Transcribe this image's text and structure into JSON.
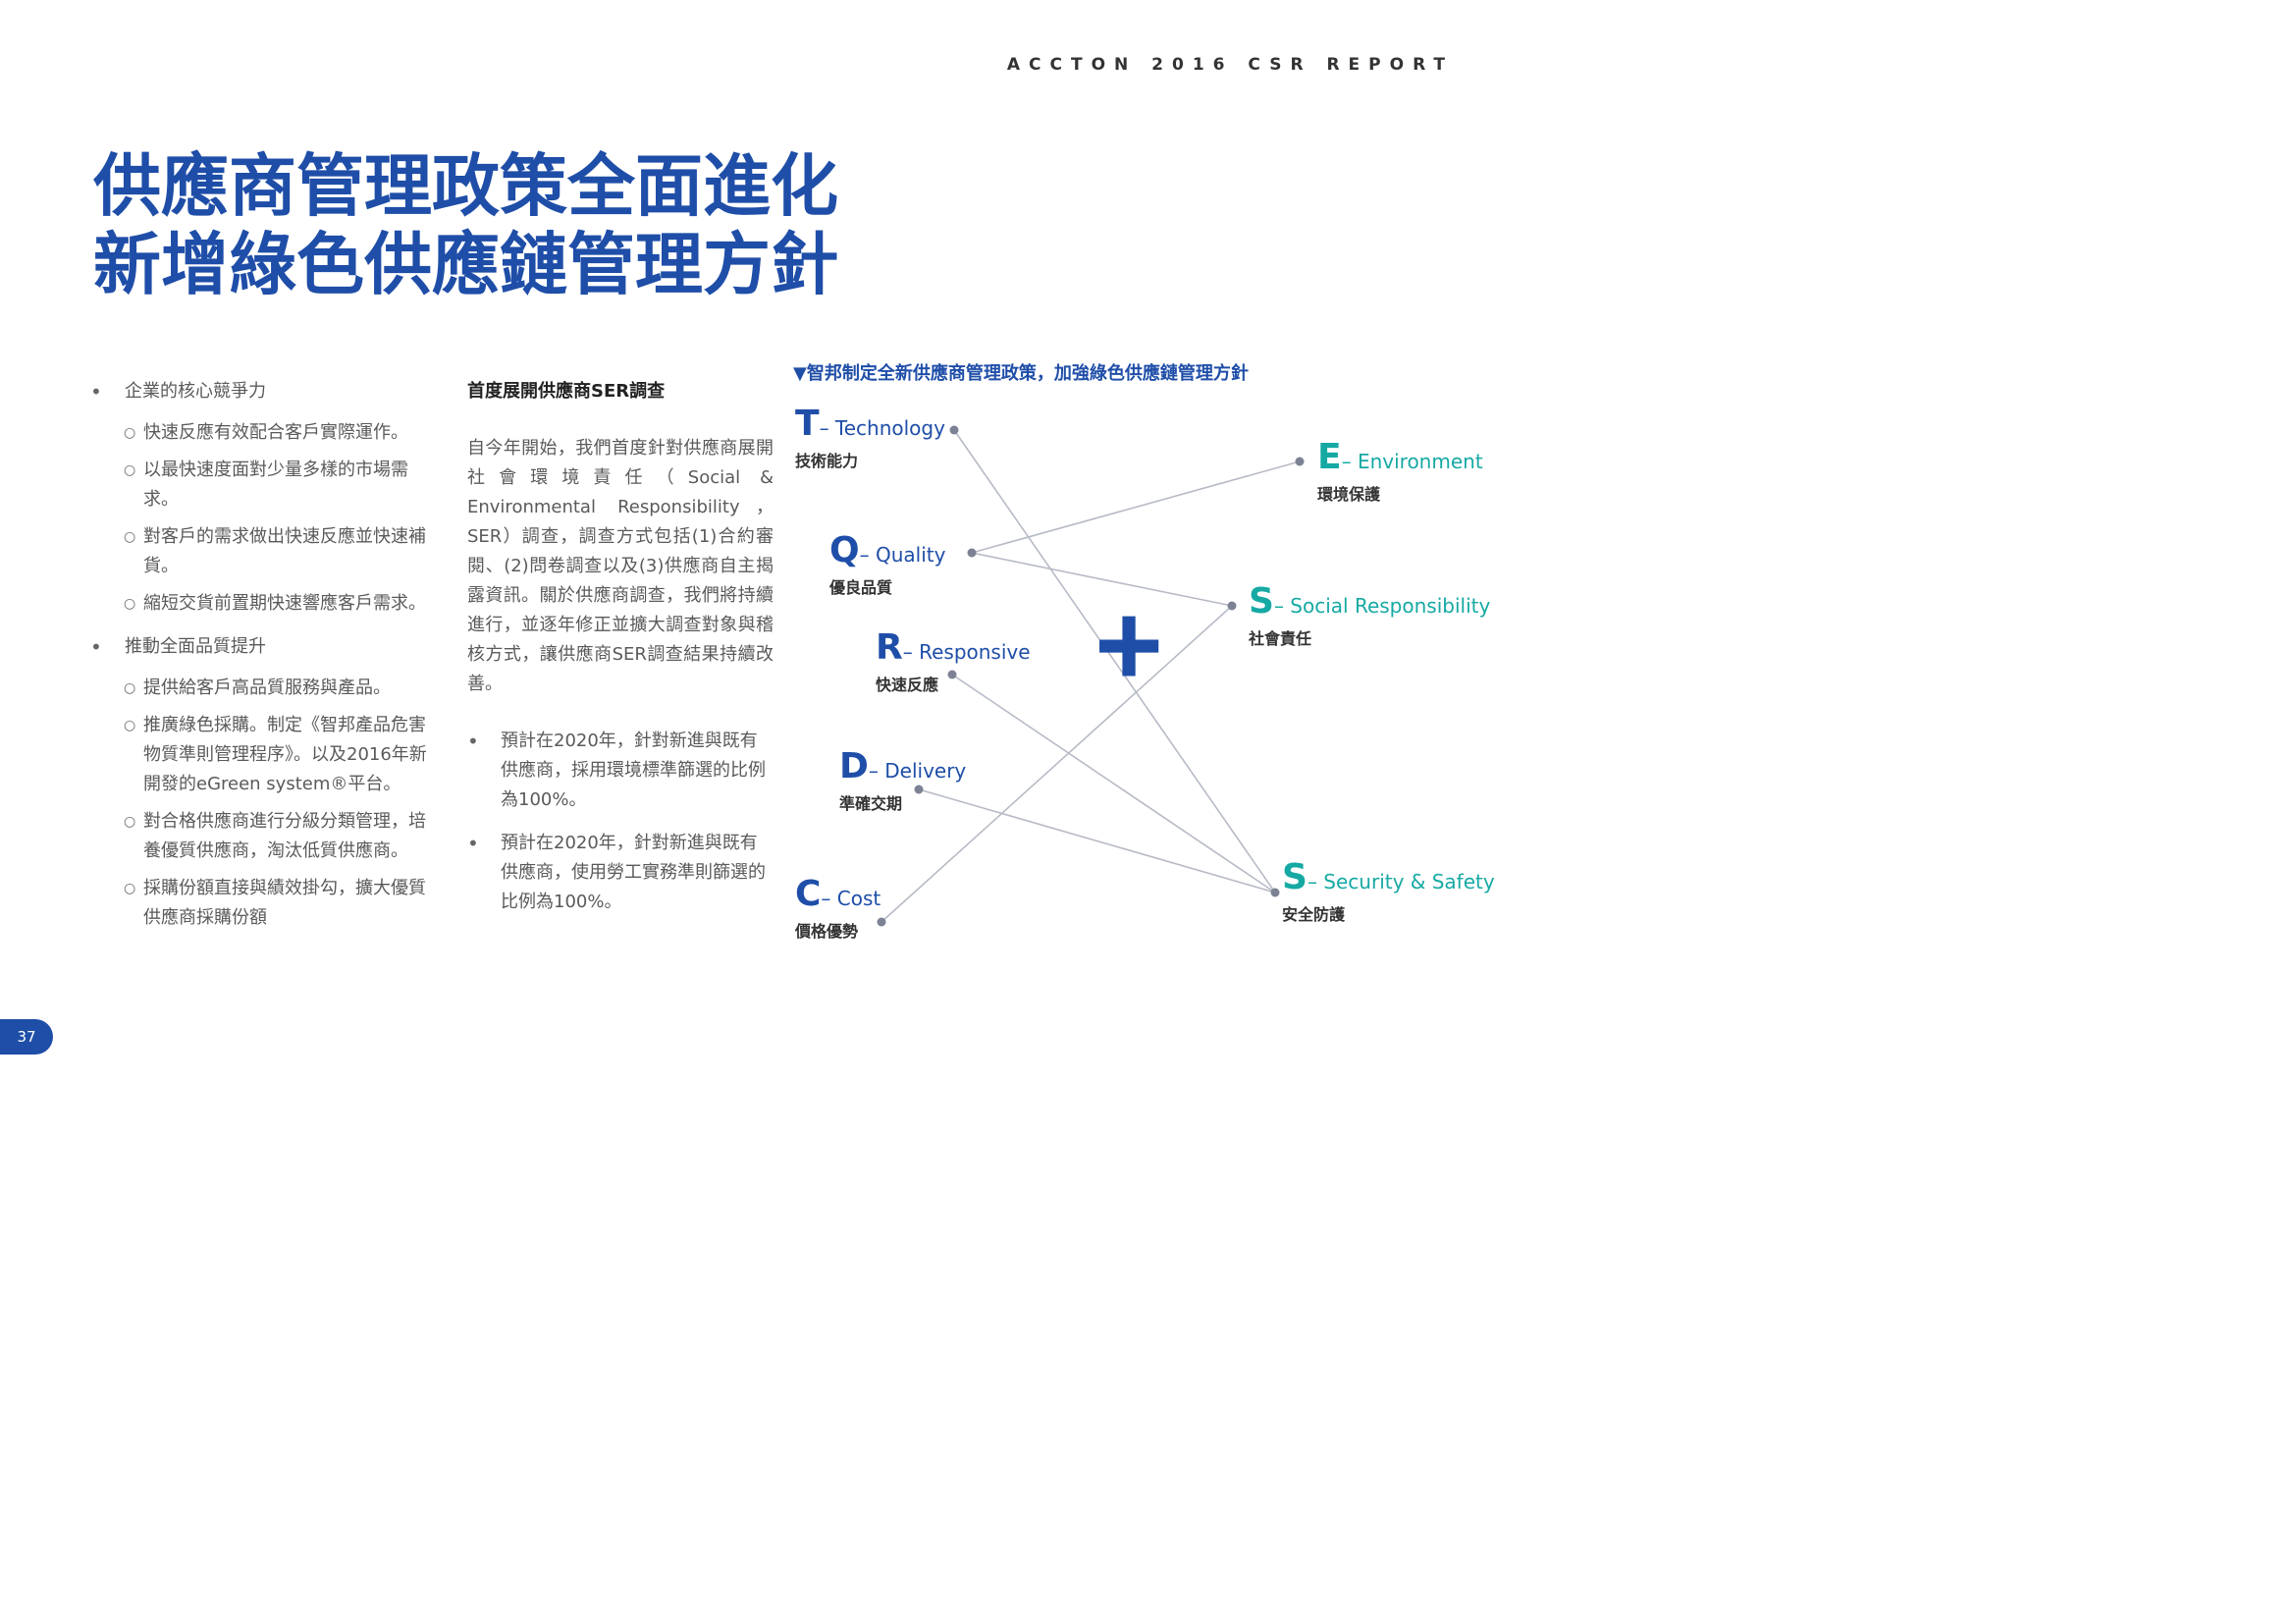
{
  "header": {
    "report_title": "ACCTON 2016 CSR REPORT"
  },
  "headline": {
    "line1": "供應商管理政策全面進化",
    "line2": "新增綠色供應鏈管理方針"
  },
  "column1": {
    "bullets": [
      {
        "label": "企業的核心競爭力",
        "subs": [
          "快速反應有效配合客戶實際運作。",
          "以最快速度面對少量多樣的市場需求。",
          "對客戶的需求做出快速反應並快速補貨。",
          "縮短交貨前置期快速響應客戶需求。"
        ]
      },
      {
        "label": "推動全面品質提升",
        "subs": [
          "提供給客戶高品質服務與產品。",
          "推廣綠色採購。制定《智邦產品危害物質準則管理程序》。以及2016年新開發的eGreen system®平台。",
          "對合格供應商進行分級分類管理，培養優質供應商，淘汰低質供應商。",
          "採購份額直接與績效掛勾，擴大優質供應商採購份額"
        ]
      }
    ]
  },
  "column2": {
    "heading": "首度展開供應商SER調查",
    "paragraph": "自今年開始，我們首度針對供應商展開社會環境責任（Social & Environmental Responsibility，SER）調查，調查方式包括(1)合約審閱、(2)問卷調查以及(3)供應商自主揭露資訊。關於供應商調查，我們將持續進行，並逐年修正並擴大調查對象與稽核方式，讓供應商SER調查結果持續改善。",
    "bullets": [
      "預計在2020年，針對新進與既有供應商，採用環境標準篩選的比例為100%。",
      "預計在2020年，針對新進與既有供應商，使用勞工實務準則篩選的比例為100%。"
    ]
  },
  "diagram": {
    "caption": "▼智邦制定全新供應商管理政策，加強綠色供應鏈管理方針",
    "plus_symbol": "+",
    "left_nodes": [
      {
        "letter": "T",
        "name": "– Technology",
        "zh": "技術能力"
      },
      {
        "letter": "Q",
        "name": "– Quality",
        "zh": "優良品質"
      },
      {
        "letter": "R",
        "name": "– Responsive",
        "zh": "快速反應"
      },
      {
        "letter": "D",
        "name": "– Delivery",
        "zh": "準確交期"
      },
      {
        "letter": "C",
        "name": "– Cost",
        "zh": "價格優勢"
      }
    ],
    "right_nodes": [
      {
        "letter": "E",
        "name": "– Environment",
        "zh": "環境保護"
      },
      {
        "letter": "S",
        "name": "– Social Responsibility",
        "zh": "社會責任"
      },
      {
        "letter": "S",
        "name": "– Security & Safety",
        "zh": "安全防護"
      }
    ],
    "connections": [
      [
        "T",
        "Security & Safety"
      ],
      [
        "Q",
        "Environment"
      ],
      [
        "Q",
        "Social Responsibility"
      ],
      [
        "R",
        "Security & Safety"
      ],
      [
        "D",
        "Security & Safety"
      ],
      [
        "C",
        "Social Responsibility"
      ]
    ],
    "colors": {
      "blue": "#1f4ea8",
      "teal": "#16a9a4",
      "line": "#b7bbc6",
      "dot": "#7c8294"
    }
  },
  "footer": {
    "page_number": "37"
  }
}
